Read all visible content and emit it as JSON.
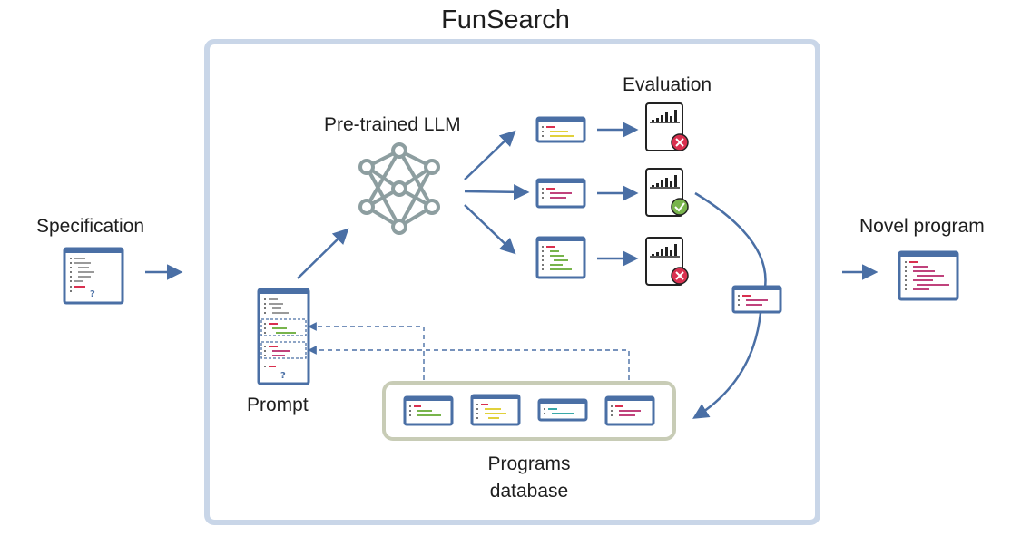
{
  "title": "FunSearch",
  "labels": {
    "specification": "Specification",
    "novel_program": "Novel program",
    "llm": "Pre-trained LLM",
    "evaluation": "Evaluation",
    "prompt": "Prompt",
    "database_line1": "Programs",
    "database_line2": "database"
  },
  "placeholder_glyph": "?",
  "colors": {
    "frame": "#c9d6e8",
    "arrow": "#4a6fa5",
    "card_border": "#4a6fa5",
    "network": "#8d9ea0",
    "database_border": "#c8ccb6",
    "red": "#d9304f",
    "green": "#78b44c",
    "pink": "#c0427c",
    "yellow": "#e1d13c",
    "gray": "#9a9a9a",
    "teal": "#3aa9a9"
  },
  "evaluation_results": [
    "fail",
    "pass",
    "fail"
  ]
}
